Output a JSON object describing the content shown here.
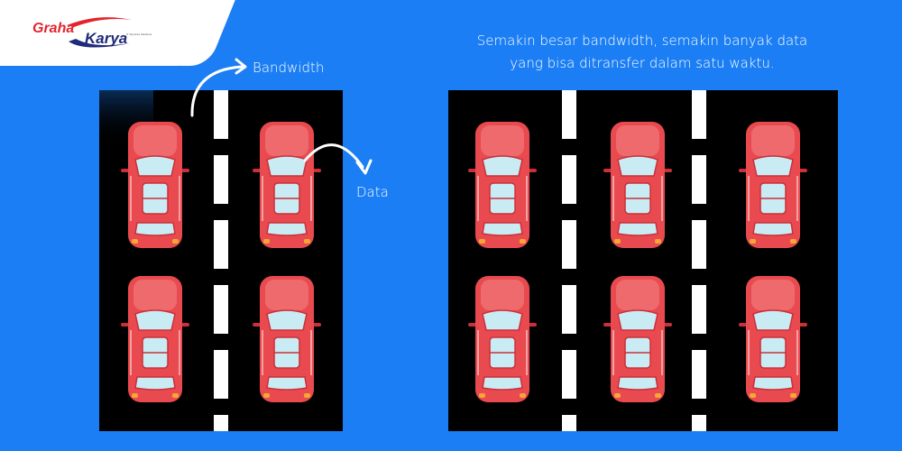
{
  "logo": {
    "brand_first": "Graha",
    "brand_second": "Karya",
    "tagline": "IT Services Solutions",
    "colors": {
      "red": "#e3242b",
      "navy": "#1f2a7a"
    }
  },
  "labels": {
    "bandwidth": "Bandwidth",
    "data": "Data"
  },
  "caption": {
    "line1": "Semakin besar bandwidth, semakin banyak data",
    "line2": "yang bisa ditransfer dalam satu waktu."
  },
  "colors": {
    "background": "#1b7ef4",
    "road": "#000000",
    "lane_marking": "#ffffff",
    "car_body": "#e94a4f",
    "car_glass": "#c9ecf4"
  },
  "roads": [
    {
      "name": "narrow",
      "lanes": 2,
      "cars_per_lane": 2
    },
    {
      "name": "wide",
      "lanes": 3,
      "cars_per_lane": 2
    }
  ]
}
